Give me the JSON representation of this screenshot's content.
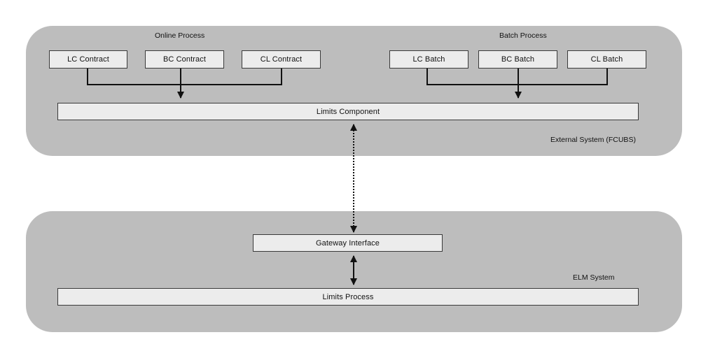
{
  "external_system": {
    "label": "External System (FCUBS)",
    "online": {
      "title": "Online Process",
      "items": [
        "LC Contract",
        "BC Contract",
        "CL Contract"
      ]
    },
    "batch": {
      "title": "Batch Process",
      "items": [
        "LC Batch",
        "BC Batch",
        "CL Batch"
      ]
    },
    "limits_component": "Limits Component"
  },
  "elm_system": {
    "label": "ELM System",
    "gateway_interface": "Gateway Interface",
    "limits_process": "Limits Process"
  },
  "colors": {
    "panel": "#bdbdbd",
    "box_fill": "#ececec",
    "line": "#111111"
  }
}
